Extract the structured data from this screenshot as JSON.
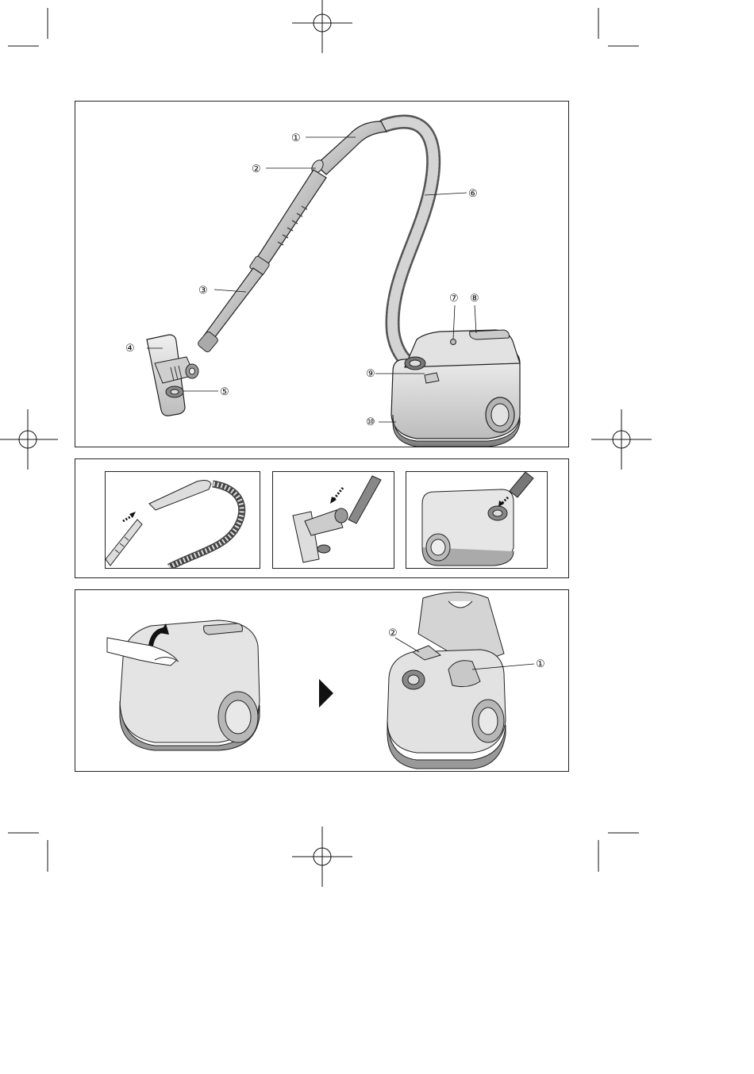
{
  "figure1": {
    "callouts": [
      {
        "id": "1",
        "label": "①"
      },
      {
        "id": "2",
        "label": "②"
      },
      {
        "id": "3",
        "label": "③"
      },
      {
        "id": "4",
        "label": "④"
      },
      {
        "id": "5",
        "label": "⑤"
      },
      {
        "id": "6",
        "label": "⑥"
      },
      {
        "id": "7",
        "label": "⑦"
      },
      {
        "id": "8",
        "label": "⑧"
      },
      {
        "id": "9",
        "label": "⑨"
      },
      {
        "id": "10",
        "label": "⑩"
      }
    ]
  },
  "figure3": {
    "callouts": [
      {
        "id": "2",
        "label": "②"
      },
      {
        "id": "1",
        "label": "①"
      }
    ]
  },
  "colors": {
    "outline": "#1a1a1a",
    "body_light": "#e6e6e6",
    "body_mid": "#bdbdbd",
    "body_dark": "#8f8f8f",
    "base": "#9a9a9a"
  }
}
